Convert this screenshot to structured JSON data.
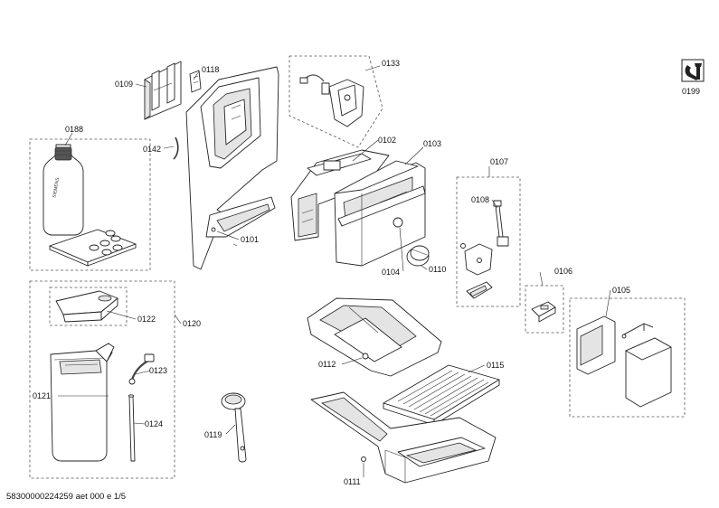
{
  "footer": {
    "document_id": "58300000224259 aet 000 e 1/5"
  },
  "labels": {
    "p0101": "0101",
    "p0102": "0102",
    "p0103": "0103",
    "p0104": "0104",
    "p0105": "0105",
    "p0106": "0106",
    "p0107": "0107",
    "p0108": "0108",
    "p0109": "0109",
    "p0110": "0110",
    "p0111": "0111",
    "p0112": "0112",
    "p0115": "0115",
    "p0118": "0118",
    "p0119": "0119",
    "p0120": "0120",
    "p0121": "0121",
    "p0122": "0122",
    "p0123": "0123",
    "p0124": "0124",
    "p0133": "0133",
    "p0142": "0142",
    "p0188": "0188",
    "p0199": "0199"
  },
  "icons": {
    "service_tool": "wrench-tool-icon"
  }
}
